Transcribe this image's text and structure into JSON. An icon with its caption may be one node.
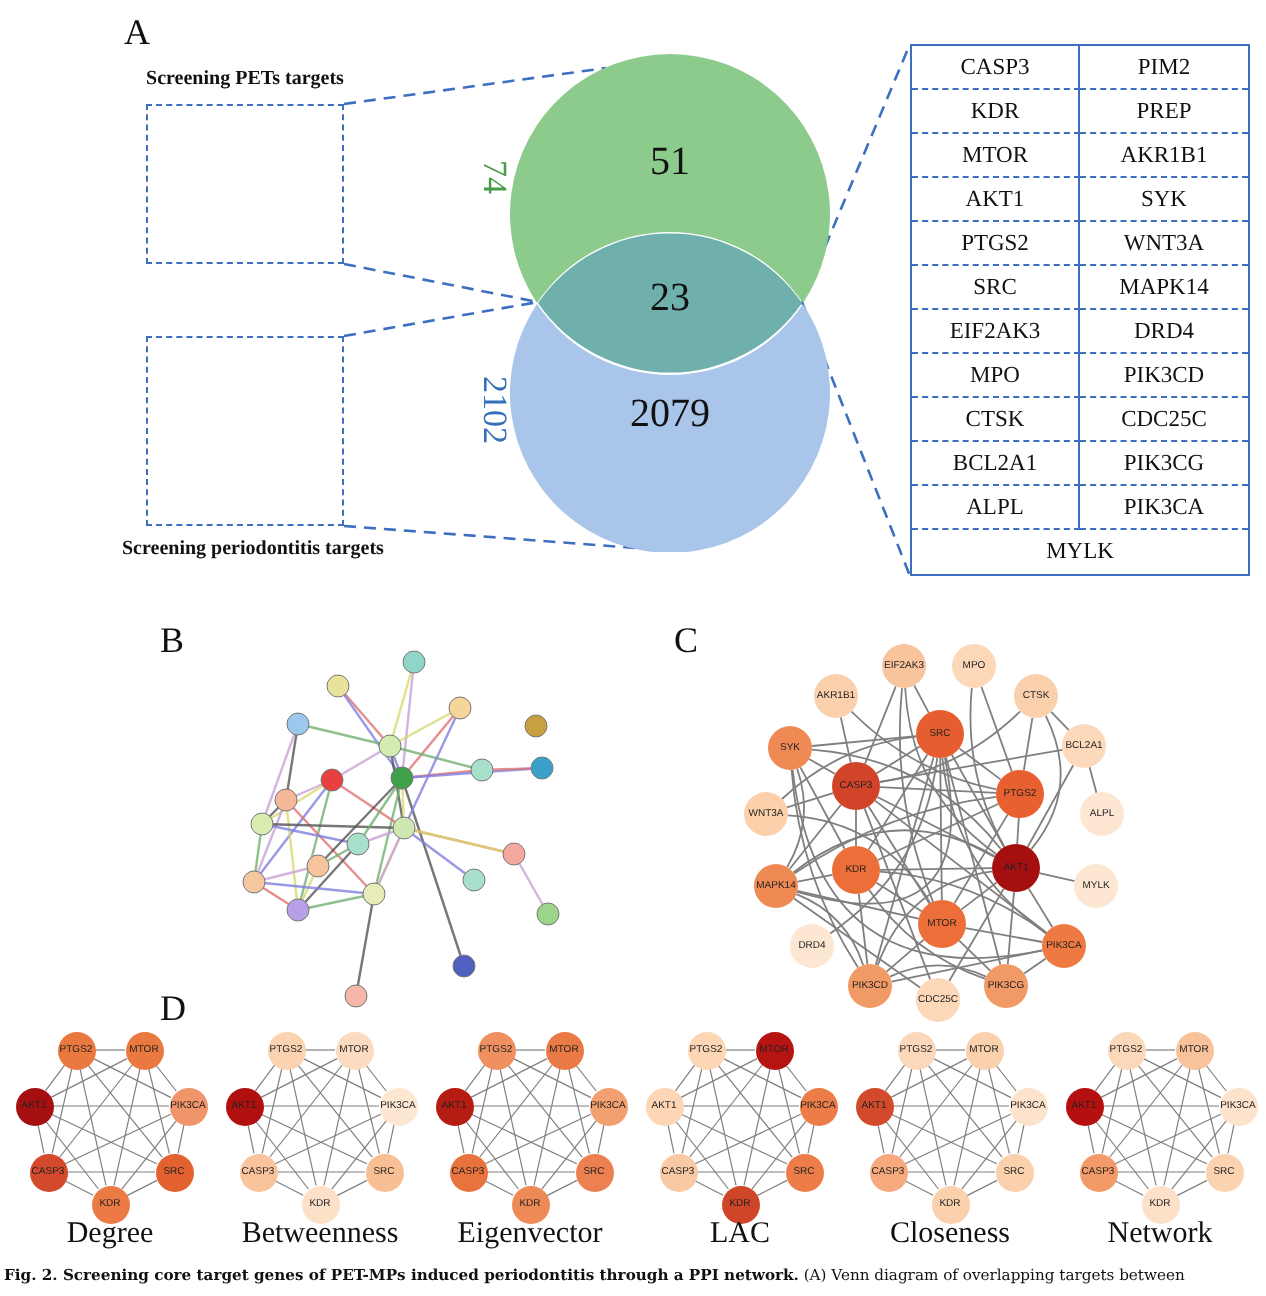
{
  "diagram": {
    "caption": "**Fig. 2. Screening core target genes of PET-MPs induced periodontitis through a PPI network.** (A) Venn diagram of overlapping targets between",
    "nodes": [
      {
        "text": [
          "Screening PETs targets"
        ]
      },
      {
        "text": [
          "Screening periodontitis targets"
        ]
      },
      {
        "text": [
          "51"
        ],
        "beside": [
          "74"
        ]
      },
      {
        "text": [
          "2079"
        ],
        "beside": [
          "2102"
        ]
      },
      {
        "text": [
          "23"
        ]
      },
      {
        "text": [],
        "shape": "box"
      },
      {
        "text": [
          "EIF2AK3"
        ]
      },
      {
        "text": [
          "MPO"
        ]
      },
      {
        "text": [
          "AKR1B1"
        ]
      },
      {
        "text": [
          "CTSK"
        ]
      },
      {
        "text": [
          "SRC"
        ]
      },
      {
        "text": [
          "SYK"
        ]
      },
      {
        "text": [
          "BCL2A1"
        ]
      },
      {
        "text": [
          "CASP3"
        ]
      },
      {
        "text": [
          "PTGS2"
        ]
      },
      {
        "text": [
          "WNT3A"
        ]
      },
      {
        "text": [
          "ALPL"
        ]
      },
      {
        "text": [
          "KDR"
        ]
      },
      {
        "text": [
          "AKT1"
        ]
      },
      {
        "text": [
          "MAPK14"
        ]
      },
      {
        "text": [
          "MYLK"
        ]
      },
      {
        "text": [
          "MTOR"
        ]
      },
      {
        "text": [
          "DRD4"
        ]
      },
      {
        "text": [
          "PIK3CA"
        ]
      },
      {
        "text": [
          "PIK3CD"
        ]
      },
      {
        "text": [
          "PIK3CG"
        ]
      },
      {
        "text": [
          "CDC25C"
        ]
      },
      {
        "text": [
          "PTGS2"
        ]
      },
      {
        "text": [
          "MTOR"
        ]
      },
      {
        "text": [
          "AKT1"
        ]
      },
      {
        "text": [
          "PIK3CA"
        ]
      },
      {
        "text": [
          "CASP3"
        ]
      },
      {
        "text": [
          "SRC"
        ]
      },
      {
        "text": [
          "KDR"
        ]
      },
      {
        "text": [
          "PTGS2"
        ]
      },
      {
        "text": [
          "MTOR"
        ]
      },
      {
        "text": [
          "AKT1"
        ]
      },
      {
        "text": [
          "PIK3CA"
        ]
      },
      {
        "text": [
          "CASP3"
        ]
      },
      {
        "text": [
          "SRC"
        ]
      },
      {
        "text": [
          "KDR"
        ]
      },
      {
        "text": [
          "PTGS2"
        ]
      },
      {
        "text": [
          "MTOR"
        ]
      },
      {
        "text": [
          "AKT1"
        ]
      },
      {
        "text": [
          "PIK3CA"
        ]
      },
      {
        "text": [
          "CASP3"
        ]
      },
      {
        "text": [
          "SRC"
        ]
      },
      {
        "text": [
          "KDR"
        ]
      },
      {
        "text": [
          "PTGS2"
        ]
      },
      {
        "text": [
          "MTOR"
        ]
      },
      {
        "text": [
          "AKT1"
        ]
      },
      {
        "text": [
          "PIK3CA"
        ]
      },
      {
        "text": [
          "CASP3"
        ]
      },
      {
        "text": [
          "SRC"
        ]
      },
      {
        "text": [
          "KDR"
        ]
      },
      {
        "text": [
          "PTGS2"
        ]
      },
      {
        "text": [
          "MTOR"
        ]
      },
      {
        "text": [
          "AKT1"
        ]
      },
      {
        "text": [
          "PIK3CA"
        ]
      },
      {
        "text": [
          "CASP3"
        ]
      },
      {
        "text": [
          "SRC"
        ]
      },
      {
        "text": [
          "KDR"
        ]
      },
      {
        "text": [
          "PTGS2"
        ]
      },
      {
        "text": [
          "MTOR"
        ]
      },
      {
        "text": [
          "AKT1"
        ]
      },
      {
        "text": [
          "PIK3CA"
        ]
      },
      {
        "text": [
          "CASP3"
        ]
      },
      {
        "text": [
          "SRC"
        ]
      },
      {
        "text": [
          "KDR"
        ]
      }
    ],
    "edges": [
      {
        "from": 0,
        "to": 2,
        "arrow": "none",
        "style": "dashed",
        "color": "#3d6fc0"
      },
      {
        "from": 0,
        "to": 4,
        "arrow": "none",
        "style": "dashed",
        "color": "#3d6fc0"
      },
      {
        "from": 1,
        "to": 4,
        "arrow": "none",
        "style": "dashed",
        "color": "#3d6fc0"
      },
      {
        "from": 1,
        "to": 3,
        "arrow": "none",
        "style": "dashed",
        "color": "#3d6fc0"
      },
      {
        "from": 4,
        "to": 5,
        "arrow": "none",
        "style": "dashed",
        "color": "#3d6fc0"
      },
      {
        "from": 4,
        "to": 5,
        "arrow": "none",
        "style": "dashed",
        "color": "#3d6fc0"
      },
      {
        "from": 18,
        "to": 13,
        "arrow": "none"
      },
      {
        "from": 18,
        "to": 10,
        "arrow": "none"
      },
      {
        "from": 18,
        "to": 14,
        "arrow": "none"
      },
      {
        "from": 18,
        "to": 21,
        "arrow": "none"
      },
      {
        "from": 18,
        "to": 17,
        "arrow": "none"
      },
      {
        "from": 18,
        "to": 23,
        "arrow": "none"
      },
      {
        "from": 18,
        "to": 25,
        "arrow": "none"
      },
      {
        "from": 18,
        "to": 24,
        "arrow": "none"
      },
      {
        "from": 18,
        "to": 19,
        "arrow": "none"
      },
      {
        "from": 18,
        "to": 11,
        "arrow": "none"
      },
      {
        "from": 18,
        "to": 20,
        "arrow": "none"
      },
      {
        "from": 18,
        "to": 12,
        "arrow": "none"
      },
      {
        "from": 18,
        "to": 9,
        "arrow": "none"
      },
      {
        "from": 18,
        "to": 7,
        "arrow": "none"
      },
      {
        "from": 18,
        "to": 6,
        "arrow": "none"
      },
      {
        "from": 18,
        "to": 26,
        "arrow": "none"
      },
      {
        "from": 13,
        "to": 10,
        "arrow": "none"
      },
      {
        "from": 13,
        "to": 14,
        "arrow": "none"
      },
      {
        "from": 13,
        "to": 21,
        "arrow": "none"
      },
      {
        "from": 13,
        "to": 17,
        "arrow": "none"
      },
      {
        "from": 13,
        "to": 23,
        "arrow": "none"
      },
      {
        "from": 13,
        "to": 19,
        "arrow": "none"
      },
      {
        "from": 13,
        "to": 11,
        "arrow": "none"
      },
      {
        "from": 13,
        "to": 15,
        "arrow": "none"
      },
      {
        "from": 13,
        "to": 8,
        "arrow": "none"
      },
      {
        "from": 13,
        "to": 6,
        "arrow": "none"
      },
      {
        "from": 13,
        "to": 9,
        "arrow": "none"
      },
      {
        "from": 13,
        "to": 12,
        "arrow": "none"
      },
      {
        "from": 13,
        "to": 26,
        "arrow": "none"
      },
      {
        "from": 10,
        "to": 14,
        "arrow": "none"
      },
      {
        "from": 10,
        "to": 21,
        "arrow": "none"
      },
      {
        "from": 10,
        "to": 17,
        "arrow": "none"
      },
      {
        "from": 10,
        "to": 23,
        "arrow": "none"
      },
      {
        "from": 10,
        "to": 24,
        "arrow": "none"
      },
      {
        "from": 10,
        "to": 25,
        "arrow": "none"
      },
      {
        "from": 10,
        "to": 19,
        "arrow": "none"
      },
      {
        "from": 10,
        "to": 11,
        "arrow": "none"
      },
      {
        "from": 10,
        "to": 15,
        "arrow": "none"
      },
      {
        "from": 10,
        "to": 6,
        "arrow": "none"
      },
      {
        "from": 10,
        "to": 22,
        "arrow": "none"
      },
      {
        "from": 14,
        "to": 21,
        "arrow": "none"
      },
      {
        "from": 14,
        "to": 17,
        "arrow": "none"
      },
      {
        "from": 14,
        "to": 19,
        "arrow": "none"
      },
      {
        "from": 14,
        "to": 8,
        "arrow": "none"
      },
      {
        "from": 14,
        "to": 7,
        "arrow": "none"
      },
      {
        "from": 14,
        "to": 9,
        "arrow": "none"
      },
      {
        "from": 21,
        "to": 17,
        "arrow": "none"
      },
      {
        "from": 21,
        "to": 23,
        "arrow": "none"
      },
      {
        "from": 21,
        "to": 24,
        "arrow": "none"
      },
      {
        "from": 21,
        "to": 25,
        "arrow": "none"
      },
      {
        "from": 21,
        "to": 19,
        "arrow": "none"
      },
      {
        "from": 21,
        "to": 15,
        "arrow": "none"
      },
      {
        "from": 21,
        "to": 6,
        "arrow": "none"
      },
      {
        "from": 17,
        "to": 23,
        "arrow": "none"
      },
      {
        "from": 17,
        "to": 24,
        "arrow": "none"
      },
      {
        "from": 17,
        "to": 25,
        "arrow": "none"
      },
      {
        "from": 17,
        "to": 19,
        "arrow": "none"
      },
      {
        "from": 17,
        "to": 11,
        "arrow": "none"
      },
      {
        "from": 23,
        "to": 24,
        "arrow": "none"
      },
      {
        "from": 23,
        "to": 25,
        "arrow": "none"
      },
      {
        "from": 23,
        "to": 11,
        "arrow": "none"
      },
      {
        "from": 24,
        "to": 25,
        "arrow": "none"
      },
      {
        "from": 24,
        "to": 11,
        "arrow": "none"
      },
      {
        "from": 24,
        "to": 19,
        "arrow": "none"
      },
      {
        "from": 19,
        "to": 11,
        "arrow": "none"
      },
      {
        "from": 19,
        "to": 26,
        "arrow": "none"
      },
      {
        "from": 12,
        "to": 16,
        "arrow": "none"
      },
      {
        "from": 9,
        "to": 12,
        "arrow": "none"
      },
      {
        "from": 27,
        "to": 28,
        "arrow": "none"
      },
      {
        "from": 27,
        "to": 29,
        "arrow": "none"
      },
      {
        "from": 27,
        "to": 30,
        "arrow": "none"
      },
      {
        "from": 27,
        "to": 31,
        "arrow": "none"
      },
      {
        "from": 27,
        "to": 32,
        "arrow": "none"
      },
      {
        "from": 27,
        "to": 33,
        "arrow": "none"
      },
      {
        "from": 28,
        "to": 29,
        "arrow": "none"
      },
      {
        "from": 28,
        "to": 30,
        "arrow": "none"
      },
      {
        "from": 28,
        "to": 31,
        "arrow": "none"
      },
      {
        "from": 28,
        "to": 32,
        "arrow": "none"
      },
      {
        "from": 28,
        "to": 33,
        "arrow": "none"
      },
      {
        "from": 29,
        "to": 30,
        "arrow": "none"
      },
      {
        "from": 29,
        "to": 31,
        "arrow": "none"
      },
      {
        "from": 29,
        "to": 32,
        "arrow": "none"
      },
      {
        "from": 29,
        "to": 33,
        "arrow": "none"
      },
      {
        "from": 30,
        "to": 31,
        "arrow": "none"
      },
      {
        "from": 30,
        "to": 32,
        "arrow": "none"
      },
      {
        "from": 30,
        "to": 33,
        "arrow": "none"
      },
      {
        "from": 31,
        "to": 32,
        "arrow": "none"
      },
      {
        "from": 31,
        "to": 33,
        "arrow": "none"
      },
      {
        "from": 32,
        "to": 33,
        "arrow": "none"
      },
      {
        "from": 34,
        "to": 35,
        "arrow": "none"
      },
      {
        "from": 34,
        "to": 36,
        "arrow": "none"
      },
      {
        "from": 34,
        "to": 37,
        "arrow": "none"
      },
      {
        "from": 34,
        "to": 38,
        "arrow": "none"
      },
      {
        "from": 34,
        "to": 39,
        "arrow": "none"
      },
      {
        "from": 34,
        "to": 40,
        "arrow": "none"
      },
      {
        "from": 35,
        "to": 36,
        "arrow": "none"
      },
      {
        "from": 35,
        "to": 37,
        "arrow": "none"
      },
      {
        "from": 35,
        "to": 38,
        "arrow": "none"
      },
      {
        "from": 35,
        "to": 39,
        "arrow": "none"
      },
      {
        "from": 35,
        "to": 40,
        "arrow": "none"
      },
      {
        "from": 36,
        "to": 37,
        "arrow": "none"
      },
      {
        "from": 36,
        "to": 38,
        "arrow": "none"
      },
      {
        "from": 36,
        "to": 39,
        "arrow": "none"
      },
      {
        "from": 36,
        "to": 40,
        "arrow": "none"
      },
      {
        "from": 37,
        "to": 38,
        "arrow": "none"
      },
      {
        "from": 37,
        "to": 39,
        "arrow": "none"
      },
      {
        "from": 37,
        "to": 40,
        "arrow": "none"
      },
      {
        "from": 38,
        "to": 39,
        "arrow": "none"
      },
      {
        "from": 38,
        "to": 40,
        "arrow": "none"
      },
      {
        "from": 39,
        "to": 40,
        "arrow": "none"
      },
      {
        "from": 41,
        "to": 42,
        "arrow": "none"
      },
      {
        "from": 41,
        "to": 43,
        "arrow": "none"
      },
      {
        "from": 41,
        "to": 44,
        "arrow": "none"
      },
      {
        "from": 41,
        "to": 45,
        "arrow": "none"
      },
      {
        "from": 41,
        "to": 46,
        "arrow": "none"
      },
      {
        "from": 41,
        "to": 47,
        "arrow": "none"
      },
      {
        "from": 42,
        "to": 43,
        "arrow": "none"
      },
      {
        "from": 42,
        "to": 44,
        "arrow": "none"
      },
      {
        "from": 42,
        "to": 45,
        "arrow": "none"
      },
      {
        "from": 42,
        "to": 46,
        "arrow": "none"
      },
      {
        "from": 42,
        "to": 47,
        "arrow": "none"
      },
      {
        "from": 43,
        "to": 44,
        "arrow": "none"
      },
      {
        "from": 43,
        "to": 45,
        "arrow": "none"
      },
      {
        "from": 43,
        "to": 46,
        "arrow": "none"
      },
      {
        "from": 43,
        "to": 47,
        "arrow": "none"
      },
      {
        "from": 44,
        "to": 45,
        "arrow": "none"
      },
      {
        "from": 44,
        "to": 46,
        "arrow": "none"
      },
      {
        "from": 44,
        "to": 47,
        "arrow": "none"
      },
      {
        "from": 45,
        "to": 46,
        "arrow": "none"
      },
      {
        "from": 45,
        "to": 47,
        "arrow": "none"
      },
      {
        "from": 46,
        "to": 47,
        "arrow": "none"
      },
      {
        "from": 48,
        "to": 49,
        "arrow": "none"
      },
      {
        "from": 48,
        "to": 50,
        "arrow": "none"
      },
      {
        "from": 48,
        "to": 51,
        "arrow": "none"
      },
      {
        "from": 48,
        "to": 52,
        "arrow": "none"
      },
      {
        "from": 48,
        "to": 53,
        "arrow": "none"
      },
      {
        "from": 48,
        "to": 54,
        "arrow": "none"
      },
      {
        "from": 49,
        "to": 50,
        "arrow": "none"
      },
      {
        "from": 49,
        "to": 51,
        "arrow": "none"
      },
      {
        "from": 49,
        "to": 52,
        "arrow": "none"
      },
      {
        "from": 49,
        "to": 53,
        "arrow": "none"
      },
      {
        "from": 49,
        "to": 54,
        "arrow": "none"
      },
      {
        "from": 50,
        "to": 51,
        "arrow": "none"
      },
      {
        "from": 50,
        "to": 52,
        "arrow": "none"
      },
      {
        "from": 50,
        "to": 53,
        "arrow": "none"
      },
      {
        "from": 50,
        "to": 54,
        "arrow": "none"
      },
      {
        "from": 51,
        "to": 52,
        "arrow": "none"
      },
      {
        "from": 51,
        "to": 53,
        "arrow": "none"
      },
      {
        "from": 51,
        "to": 54,
        "arrow": "none"
      },
      {
        "from": 52,
        "to": 53,
        "arrow": "none"
      },
      {
        "from": 52,
        "to": 54,
        "arrow": "none"
      },
      {
        "from": 53,
        "to": 54,
        "arrow": "none"
      },
      {
        "from": 55,
        "to": 56,
        "arrow": "none"
      },
      {
        "from": 55,
        "to": 57,
        "arrow": "none"
      },
      {
        "from": 55,
        "to": 58,
        "arrow": "none"
      },
      {
        "from": 55,
        "to": 59,
        "arrow": "none"
      },
      {
        "from": 55,
        "to": 60,
        "arrow": "none"
      },
      {
        "from": 55,
        "to": 61,
        "arrow": "none"
      },
      {
        "from": 56,
        "to": 57,
        "arrow": "none"
      },
      {
        "from": 56,
        "to": 58,
        "arrow": "none"
      },
      {
        "from": 56,
        "to": 59,
        "arrow": "none"
      },
      {
        "from": 56,
        "to": 60,
        "arrow": "none"
      },
      {
        "from": 56,
        "to": 61,
        "arrow": "none"
      },
      {
        "from": 57,
        "to": 58,
        "arrow": "none"
      },
      {
        "from": 57,
        "to": 59,
        "arrow": "none"
      },
      {
        "from": 57,
        "to": 60,
        "arrow": "none"
      },
      {
        "from": 57,
        "to": 61,
        "arrow": "none"
      },
      {
        "from": 58,
        "to": 59,
        "arrow": "none"
      },
      {
        "from": 58,
        "to": 60,
        "arrow": "none"
      },
      {
        "from": 58,
        "to": 61,
        "arrow": "none"
      },
      {
        "from": 59,
        "to": 60,
        "arrow": "none"
      },
      {
        "from": 59,
        "to": 61,
        "arrow": "none"
      },
      {
        "from": 60,
        "to": 61,
        "arrow": "none"
      },
      {
        "from": 62,
        "to": 63,
        "arrow": "none"
      },
      {
        "from": 62,
        "to": 64,
        "arrow": "none"
      },
      {
        "from": 62,
        "to": 65,
        "arrow": "none"
      },
      {
        "from": 62,
        "to": 66,
        "arrow": "none"
      },
      {
        "from": 62,
        "to": 67,
        "arrow": "none"
      },
      {
        "from": 62,
        "to": 68,
        "arrow": "none"
      },
      {
        "from": 63,
        "to": 64,
        "arrow": "none"
      },
      {
        "from": 63,
        "to": 65,
        "arrow": "none"
      },
      {
        "from": 63,
        "to": 66,
        "arrow": "none"
      },
      {
        "from": 63,
        "to": 67,
        "arrow": "none"
      },
      {
        "from": 63,
        "to": 68,
        "arrow": "none"
      },
      {
        "from": 64,
        "to": 65,
        "arrow": "none"
      },
      {
        "from": 64,
        "to": 66,
        "arrow": "none"
      },
      {
        "from": 64,
        "to": 67,
        "arrow": "none"
      },
      {
        "from": 64,
        "to": 68,
        "arrow": "none"
      },
      {
        "from": 65,
        "to": 66,
        "arrow": "none"
      },
      {
        "from": 65,
        "to": 67,
        "arrow": "none"
      },
      {
        "from": 65,
        "to": 68,
        "arrow": "none"
      },
      {
        "from": 66,
        "to": 67,
        "arrow": "none"
      },
      {
        "from": 66,
        "to": 68,
        "arrow": "none"
      },
      {
        "from": 67,
        "to": 68,
        "arrow": "none"
      }
    ],
    "labels": [
      "A",
      "CASP3",
      "PIM2",
      "KDR",
      "PREP",
      "MTOR",
      "AKR1B1",
      "AKT1",
      "SYK",
      "PTGS2",
      "WNT3A",
      "SRC",
      "MAPK14",
      "EIF2AK3",
      "DRD4",
      "MPO",
      "PIK3CD",
      "CTSK",
      "CDC25C",
      "BCL2A1",
      "PIK3CG",
      "ALPL",
      "PIK3CA",
      "MYLK",
      "B",
      "C",
      "D",
      "Degree",
      "Betweenness",
      "Eigenvector",
      "LAC",
      "Closeness",
      "Network"
    ]
  }
}
